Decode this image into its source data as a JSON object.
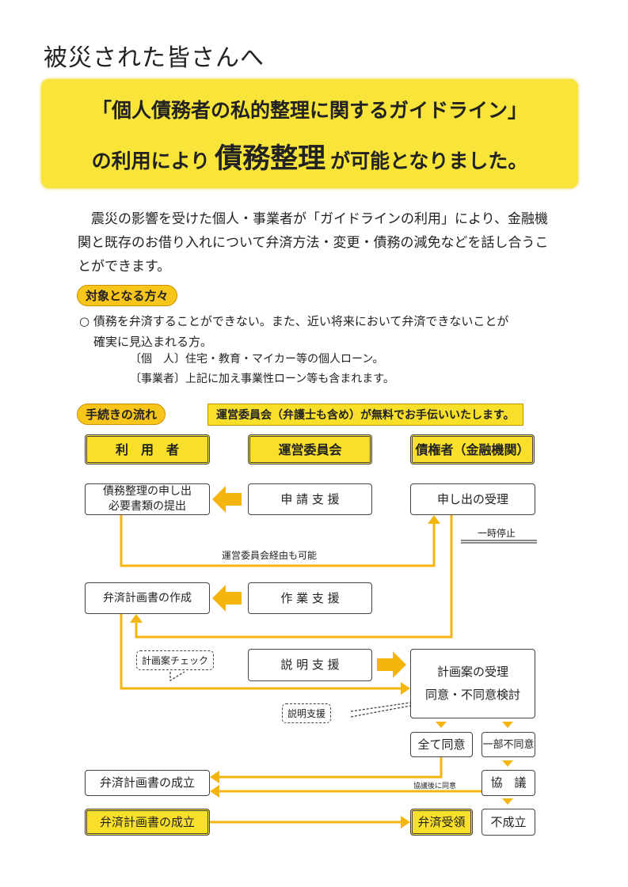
{
  "title": "被災された皆さんへ",
  "banner": {
    "line1": "「個人債務者の私的整理に関するガイドライン」",
    "line2_pre": "の利用により",
    "line2_big": "債務整理",
    "line2_post": "が可能となりました。"
  },
  "intro": "震災の影響を受けた個人・事業者が「ガイドラインの利用」により、金融機関と既存のお借り入れについて弁済方法・変更・債務の減免などを話し合うことができます。",
  "eligible": {
    "heading": "対象となる方々",
    "text": "○ 債務を弁済することができない。また、近い将来において弁済できないことが",
    "text2": "確実に見込まれる方。",
    "individual": "〔個　人〕住宅・教育・マイカー等の個人ローン。",
    "business": "〔事業者〕上記に加え事業性ローン等も含まれます。"
  },
  "flow": {
    "heading": "手続きの流れ",
    "note": "運営委員会（弁護士も含め）が無料でお手伝いいたします。",
    "headers": [
      "利　用　者",
      "運営委員会",
      "債権者（金融機関）"
    ],
    "user_apply_1": "債務整理の申し出",
    "user_apply_2": "必要書類の提出",
    "apply_support": "申 請 支 援",
    "accept_apply": "申し出の受理",
    "pause": "一時停止",
    "via_committee": "運営委員会経由も可能",
    "create_plan": "弁済計画書の作成",
    "work_support": "作 業 支 援",
    "plan_check": "計画案チェック",
    "explain_support": "説 明 支 援",
    "plan_accept_1": "計画案の受理",
    "plan_accept_2": "同意・不同意検討",
    "explain_support_small": "説明支援",
    "all_agree": "全て同意",
    "partial_disagree": "一部不同意",
    "plan_established": "弁済計画書の成立",
    "agree_after": "協議後に同意",
    "consult": "協　議",
    "plan_established_2": "弁済計画書の成立",
    "repayment": "弁済受領",
    "failed": "不成立"
  }
}
